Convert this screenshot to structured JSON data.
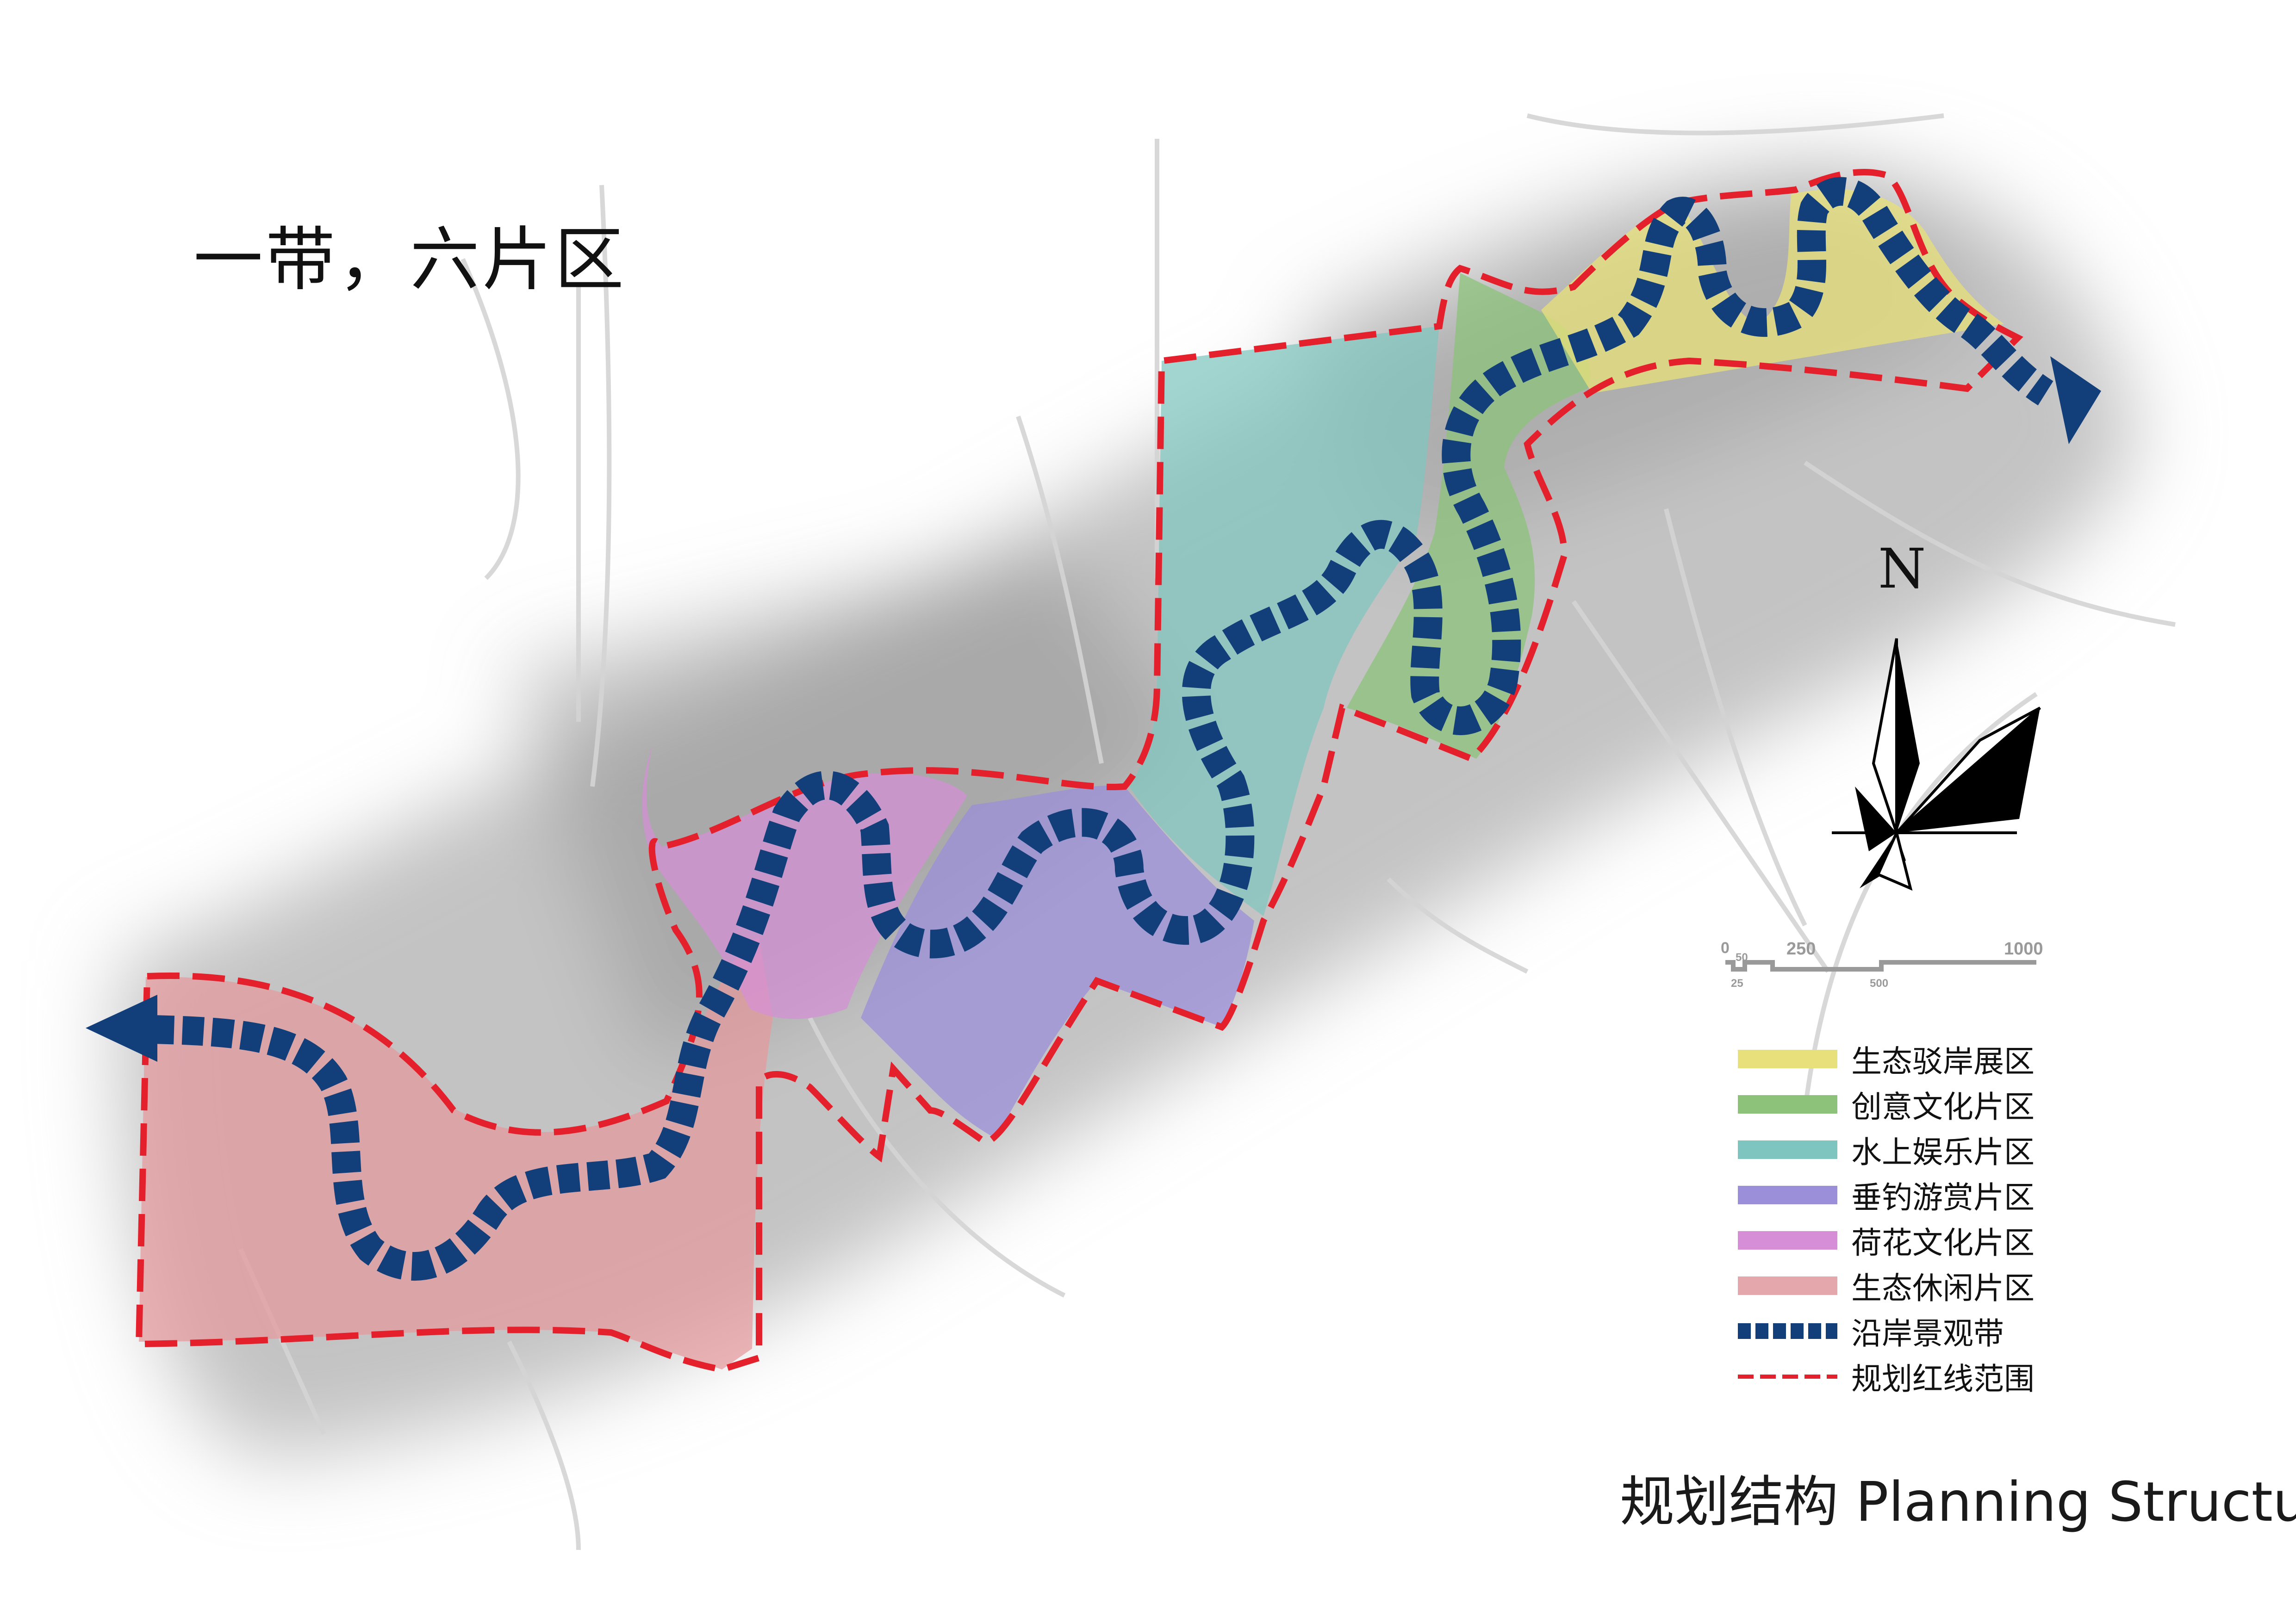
{
  "title": "一带，六片区",
  "caption": "规划结构 Planning Structure",
  "north_label": "N",
  "scale_bar": {
    "labels": [
      "0",
      "50",
      "25",
      "250",
      "500",
      "1000"
    ]
  },
  "colors": {
    "boundary": "#e3202b",
    "belt": "#123f7a",
    "zone_yellow": "#e8e07a",
    "zone_green": "#8cc27a",
    "zone_teal": "#7fc5bf",
    "zone_purple": "#9a8fd8",
    "zone_pink": "#d68fd6",
    "zone_rose": "#e49a9e"
  },
  "legend": [
    {
      "label": "生态驳岸展区",
      "color": "#e8e07a",
      "kind": "fill"
    },
    {
      "label": "创意文化片区",
      "color": "#8cc27a",
      "kind": "fill"
    },
    {
      "label": "水上娱乐片区",
      "color": "#7fc5bf",
      "kind": "fill"
    },
    {
      "label": "垂钓游赏片区",
      "color": "#9a8fd8",
      "kind": "fill"
    },
    {
      "label": "荷花文化片区",
      "color": "#d68fd6",
      "kind": "fill"
    },
    {
      "label": "生态休闲片区",
      "color": "#e49a9e",
      "kind": "fill"
    },
    {
      "label": "沿岸景观带",
      "color": "#123f7a",
      "kind": "belt"
    },
    {
      "label": "规划红线范围",
      "color": "#e3202b",
      "kind": "line"
    }
  ]
}
